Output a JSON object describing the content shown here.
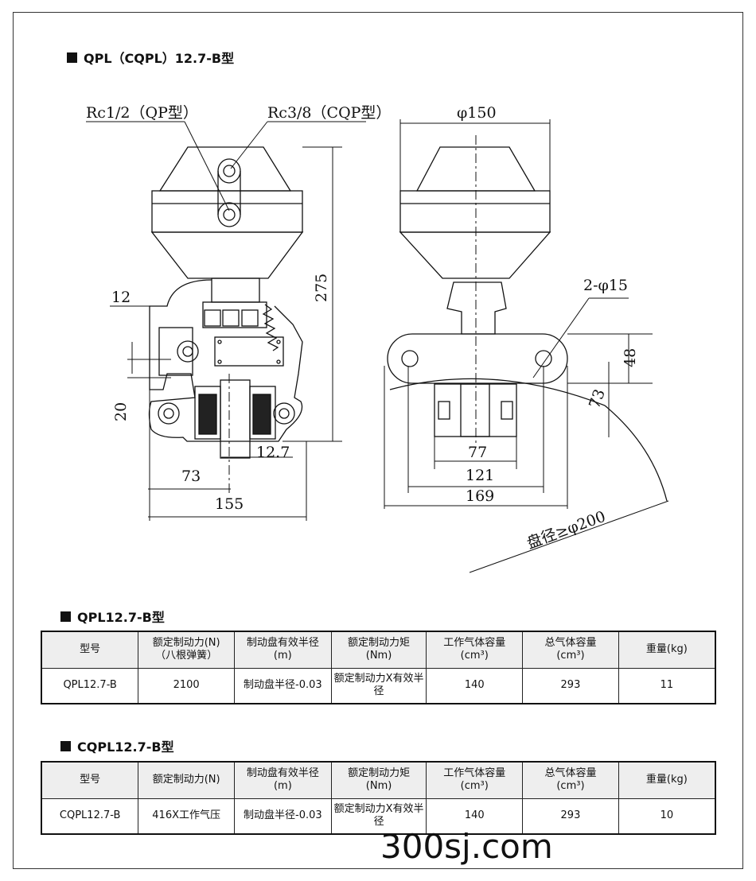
{
  "drawing_title": "QPL（CQPL）12.7-B型",
  "labels": {
    "rc12": "Rc1/2（QP型）",
    "rc38": "Rc3/8（CQP型）",
    "d275": "275",
    "d12": "12",
    "d20": "20",
    "d127": "12.7",
    "d73a": "73",
    "d155": "155",
    "phi150": "φ150",
    "holes": "2-φ15",
    "d48": "48",
    "d73b": "73",
    "d77": "77",
    "d121": "121",
    "d169": "169",
    "disk": "盘径≥φ200"
  },
  "table1": {
    "title": "QPL12.7-B型",
    "headers": [
      [
        "型号"
      ],
      [
        "额定制动力(N)",
        "（八根弹簧）"
      ],
      [
        "制动盘有效半径",
        "(m)"
      ],
      [
        "额定制动力矩",
        "(Nm)"
      ],
      [
        "工作气体容量",
        "(cm³)"
      ],
      [
        "总气体容量",
        "(cm³)"
      ],
      [
        "重量(kg)"
      ]
    ],
    "row": [
      "QPL12.7-B",
      "2100",
      "制动盘半径-0.03",
      "额定制动力X有效半径",
      "140",
      "293",
      "11"
    ]
  },
  "table2": {
    "title": "CQPL12.7-B型",
    "headers": [
      [
        "型号"
      ],
      [
        "额定制动力(N)"
      ],
      [
        "制动盘有效半径",
        "(m)"
      ],
      [
        "额定制动力矩",
        "(Nm)"
      ],
      [
        "工作气体容量",
        "(cm³)"
      ],
      [
        "总气体容量",
        "(cm³)"
      ],
      [
        "重量(kg)"
      ]
    ],
    "row": [
      "CQPL12.7-B",
      "416X工作气压",
      "制动盘半径-0.03",
      "额定制动力X有效半径",
      "140",
      "293",
      "10"
    ]
  },
  "watermark": "300sj.com"
}
